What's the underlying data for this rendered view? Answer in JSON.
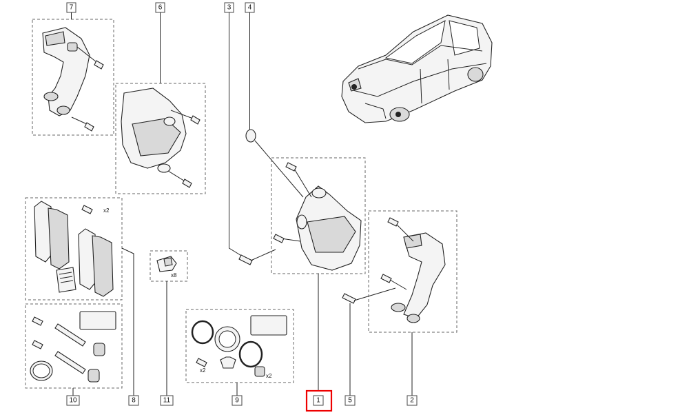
{
  "callouts": {
    "c1": "1",
    "c2": "2",
    "c3": "3",
    "c4": "4",
    "c5": "5",
    "c6": "6",
    "c7": "7",
    "c8": "8",
    "c9": "9",
    "c10": "10",
    "c11": "11"
  },
  "quantities": {
    "q_pad_screws": "x2",
    "q_clip": "x8",
    "q_seal_screw": "x2",
    "q_seal_cap": "x2"
  },
  "selected_callout": "1",
  "colors": {
    "highlight": "#e00000",
    "line": "#222222",
    "dash": "#666666"
  },
  "icons": {
    "vehicle": "hatchback-car-icon"
  }
}
